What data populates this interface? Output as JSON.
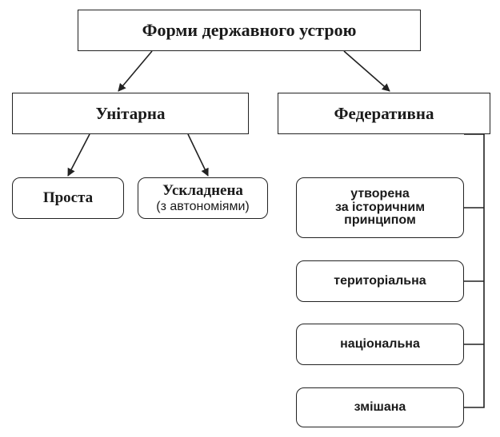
{
  "diagram": {
    "root": "Форми державного устрою",
    "unitary": {
      "label": "Унітарна",
      "simple": "Проста",
      "complex": {
        "label": "Ускладнена",
        "note": "(з автономіями)"
      }
    },
    "federative": {
      "label": "Федеративна",
      "types": [
        {
          "lines": [
            "утворена",
            "за історичним",
            "принципом"
          ]
        },
        {
          "lines": [
            "територіальна"
          ]
        },
        {
          "lines": [
            "національна"
          ]
        },
        {
          "lines": [
            "змішана"
          ]
        }
      ]
    }
  }
}
